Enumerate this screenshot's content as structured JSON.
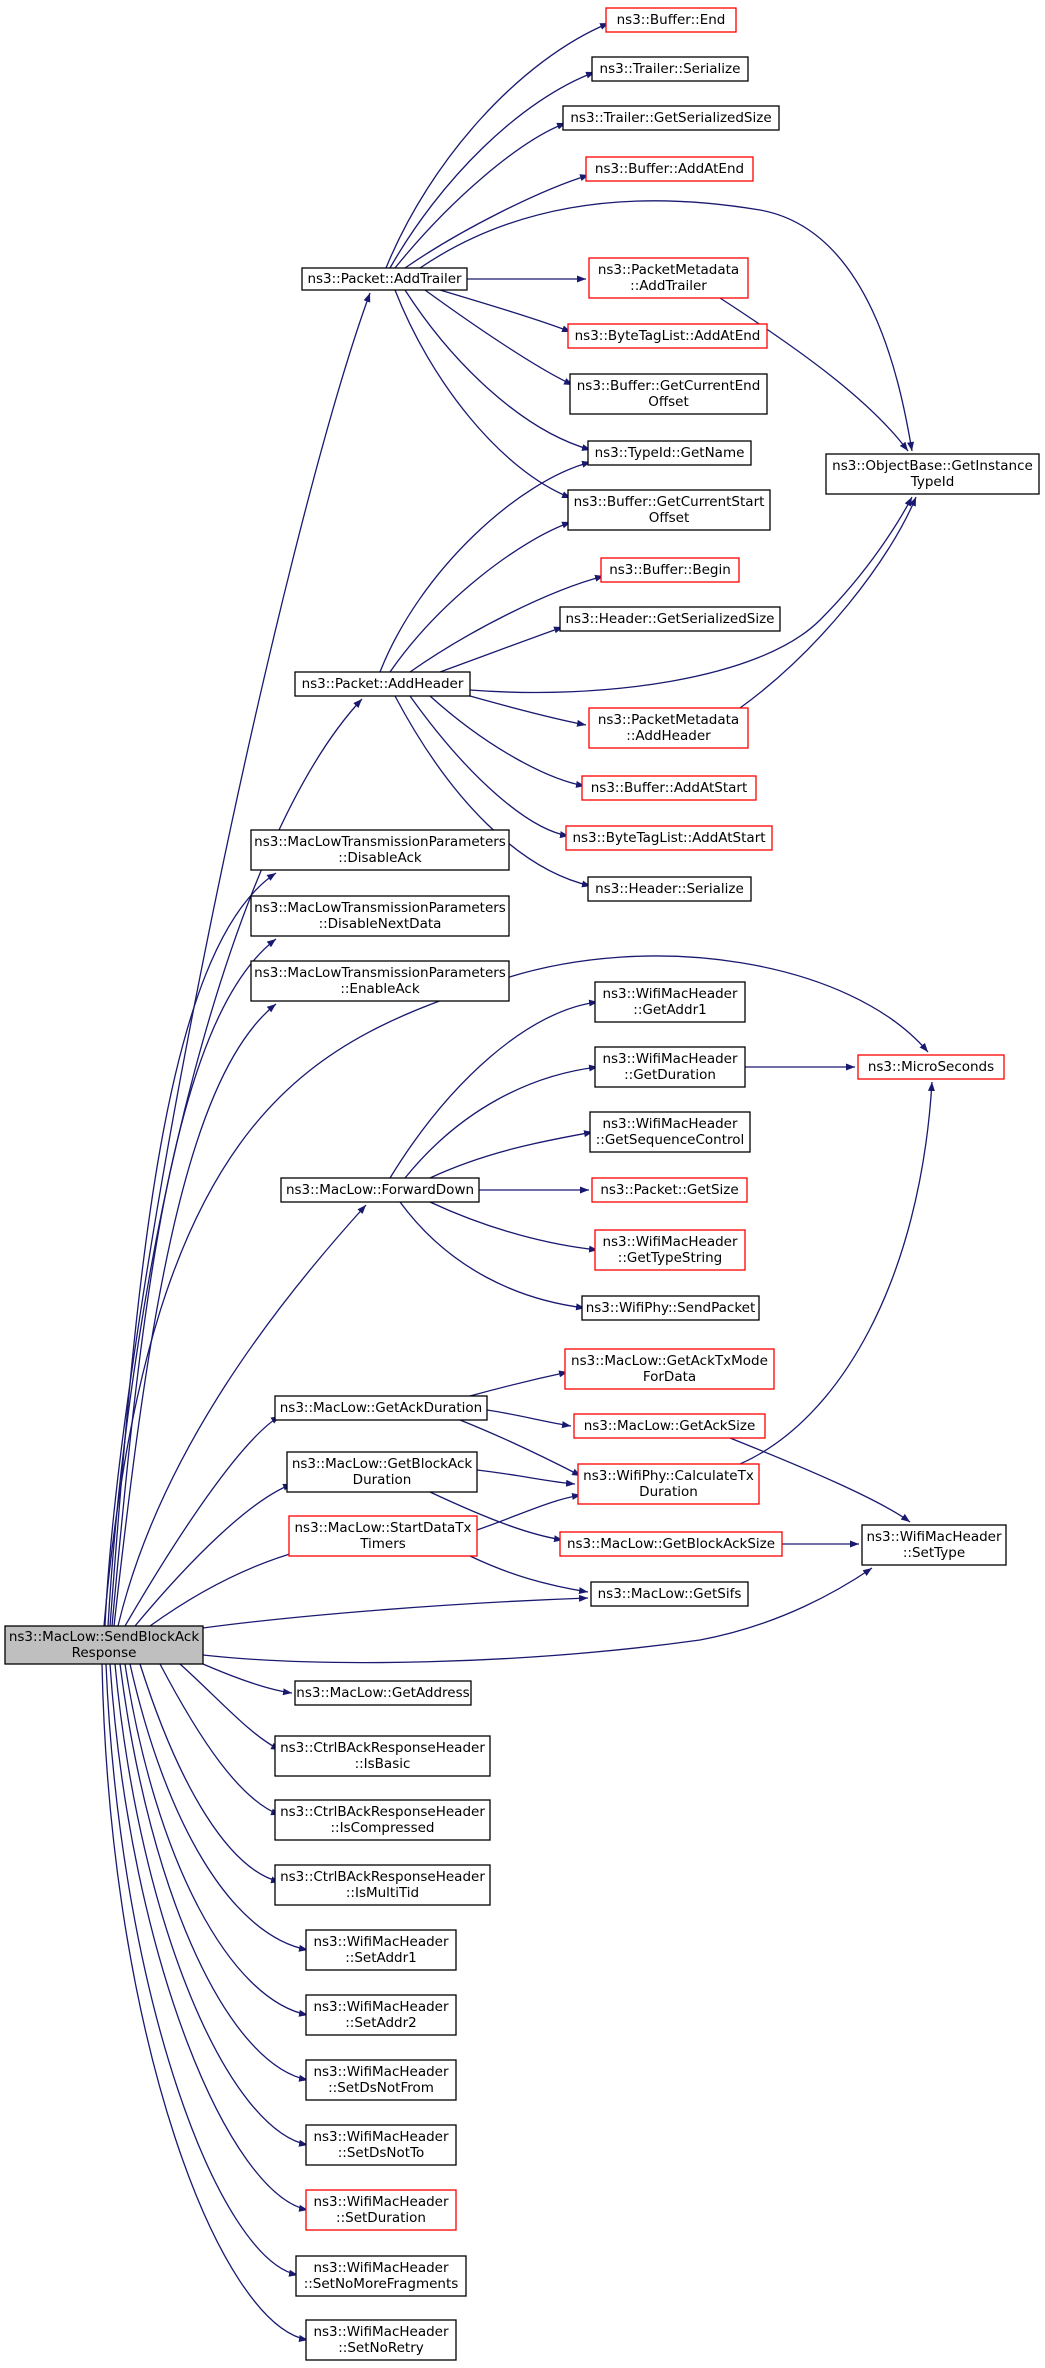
{
  "graph": {
    "colors": {
      "edge": "#191970",
      "node_border": "#000000",
      "truncated_border": "#ff0000",
      "root_fill": "#bfbfbf",
      "node_fill": "#ffffff"
    },
    "nodes": [
      {
        "id": "root",
        "lines": [
          "ns3::MacLow::SendBlockAck",
          "Response"
        ],
        "style": "root"
      },
      {
        "id": "addTrailer",
        "lines": [
          "ns3::Packet::AddTrailer"
        ],
        "style": "normal"
      },
      {
        "id": "addHeader",
        "lines": [
          "ns3::Packet::AddHeader"
        ],
        "style": "normal"
      },
      {
        "id": "disableAck",
        "lines": [
          "ns3::MacLowTransmissionParameters",
          "::DisableAck"
        ],
        "style": "normal"
      },
      {
        "id": "disableNextData",
        "lines": [
          "ns3::MacLowTransmissionParameters",
          "::DisableNextData"
        ],
        "style": "normal"
      },
      {
        "id": "enableAck",
        "lines": [
          "ns3::MacLowTransmissionParameters",
          "::EnableAck"
        ],
        "style": "normal"
      },
      {
        "id": "forwardDown",
        "lines": [
          "ns3::MacLow::ForwardDown"
        ],
        "style": "normal"
      },
      {
        "id": "getAckDuration",
        "lines": [
          "ns3::MacLow::GetAckDuration"
        ],
        "style": "normal"
      },
      {
        "id": "getBlockAckDuration",
        "lines": [
          "ns3::MacLow::GetBlockAck",
          "Duration"
        ],
        "style": "normal"
      },
      {
        "id": "startDataTxTimers",
        "lines": [
          "ns3::MacLow::StartDataTx",
          "Timers"
        ],
        "style": "truncated"
      },
      {
        "id": "getAddress",
        "lines": [
          "ns3::MacLow::GetAddress"
        ],
        "style": "normal"
      },
      {
        "id": "isBasic",
        "lines": [
          "ns3::CtrlBAckResponseHeader",
          "::IsBasic"
        ],
        "style": "normal"
      },
      {
        "id": "isCompressed",
        "lines": [
          "ns3::CtrlBAckResponseHeader",
          "::IsCompressed"
        ],
        "style": "normal"
      },
      {
        "id": "isMultiTid",
        "lines": [
          "ns3::CtrlBAckResponseHeader",
          "::IsMultiTid"
        ],
        "style": "normal"
      },
      {
        "id": "setAddr1",
        "lines": [
          "ns3::WifiMacHeader",
          "::SetAddr1"
        ],
        "style": "normal"
      },
      {
        "id": "setAddr2",
        "lines": [
          "ns3::WifiMacHeader",
          "::SetAddr2"
        ],
        "style": "normal"
      },
      {
        "id": "setDsNotFrom",
        "lines": [
          "ns3::WifiMacHeader",
          "::SetDsNotFrom"
        ],
        "style": "normal"
      },
      {
        "id": "setDsNotTo",
        "lines": [
          "ns3::WifiMacHeader",
          "::SetDsNotTo"
        ],
        "style": "normal"
      },
      {
        "id": "setDuration",
        "lines": [
          "ns3::WifiMacHeader",
          "::SetDuration"
        ],
        "style": "truncated"
      },
      {
        "id": "setNoMoreFragments",
        "lines": [
          "ns3::WifiMacHeader",
          "::SetNoMoreFragments"
        ],
        "style": "normal"
      },
      {
        "id": "setNoRetry",
        "lines": [
          "ns3::WifiMacHeader",
          "::SetNoRetry"
        ],
        "style": "normal"
      },
      {
        "id": "bufferEnd",
        "lines": [
          "ns3::Buffer::End"
        ],
        "style": "truncated"
      },
      {
        "id": "trailerSerialize",
        "lines": [
          "ns3::Trailer::Serialize"
        ],
        "style": "normal"
      },
      {
        "id": "trailerGetSerializedSize",
        "lines": [
          "ns3::Trailer::GetSerializedSize"
        ],
        "style": "normal"
      },
      {
        "id": "bufferAddAtEnd",
        "lines": [
          "ns3::Buffer::AddAtEnd"
        ],
        "style": "truncated"
      },
      {
        "id": "pmAddTrailer",
        "lines": [
          "ns3::PacketMetadata",
          "::AddTrailer"
        ],
        "style": "truncated"
      },
      {
        "id": "btlAddAtEnd",
        "lines": [
          "ns3::ByteTagList::AddAtEnd"
        ],
        "style": "truncated"
      },
      {
        "id": "getCurrentEndOffset",
        "lines": [
          "ns3::Buffer::GetCurrentEnd",
          "Offset"
        ],
        "style": "normal"
      },
      {
        "id": "typeIdGetName",
        "lines": [
          "ns3::TypeId::GetName"
        ],
        "style": "normal"
      },
      {
        "id": "getCurrentStartOffset",
        "lines": [
          "ns3::Buffer::GetCurrentStart",
          "Offset"
        ],
        "style": "normal"
      },
      {
        "id": "getInstanceTypeId",
        "lines": [
          "ns3::ObjectBase::GetInstance",
          "TypeId"
        ],
        "style": "normal"
      },
      {
        "id": "bufferBegin",
        "lines": [
          "ns3::Buffer::Begin"
        ],
        "style": "truncated"
      },
      {
        "id": "headerGetSerializedSize",
        "lines": [
          "ns3::Header::GetSerializedSize"
        ],
        "style": "normal"
      },
      {
        "id": "pmAddHeader",
        "lines": [
          "ns3::PacketMetadata",
          "::AddHeader"
        ],
        "style": "truncated"
      },
      {
        "id": "bufferAddAtStart",
        "lines": [
          "ns3::Buffer::AddAtStart"
        ],
        "style": "truncated"
      },
      {
        "id": "btlAddAtStart",
        "lines": [
          "ns3::ByteTagList::AddAtStart"
        ],
        "style": "truncated"
      },
      {
        "id": "headerSerialize",
        "lines": [
          "ns3::Header::Serialize"
        ],
        "style": "normal"
      },
      {
        "id": "getAddr1",
        "lines": [
          "ns3::WifiMacHeader",
          "::GetAddr1"
        ],
        "style": "normal"
      },
      {
        "id": "getDuration",
        "lines": [
          "ns3::WifiMacHeader",
          "::GetDuration"
        ],
        "style": "normal"
      },
      {
        "id": "getSequenceControl",
        "lines": [
          "ns3::WifiMacHeader",
          "::GetSequenceControl"
        ],
        "style": "normal"
      },
      {
        "id": "packetGetSize",
        "lines": [
          "ns3::Packet::GetSize"
        ],
        "style": "truncated"
      },
      {
        "id": "getTypeString",
        "lines": [
          "ns3::WifiMacHeader",
          "::GetTypeString"
        ],
        "style": "truncated"
      },
      {
        "id": "sendPacket",
        "lines": [
          "ns3::WifiPhy::SendPacket"
        ],
        "style": "normal"
      },
      {
        "id": "microSeconds",
        "lines": [
          "ns3::MicroSeconds"
        ],
        "style": "truncated"
      },
      {
        "id": "getAckTxModeForData",
        "lines": [
          "ns3::MacLow::GetAckTxMode",
          "ForData"
        ],
        "style": "truncated"
      },
      {
        "id": "getAckSize",
        "lines": [
          "ns3::MacLow::GetAckSize"
        ],
        "style": "truncated"
      },
      {
        "id": "calculateTxDuration",
        "lines": [
          "ns3::WifiPhy::CalculateTx",
          "Duration"
        ],
        "style": "truncated"
      },
      {
        "id": "getBlockAckSize",
        "lines": [
          "ns3::MacLow::GetBlockAckSize"
        ],
        "style": "truncated"
      },
      {
        "id": "getSifs",
        "lines": [
          "ns3::MacLow::GetSifs"
        ],
        "style": "normal"
      },
      {
        "id": "setType",
        "lines": [
          "ns3::WifiMacHeader",
          "::SetType"
        ],
        "style": "normal"
      }
    ],
    "edges": [
      [
        "root",
        "addTrailer"
      ],
      [
        "root",
        "addHeader"
      ],
      [
        "root",
        "disableAck"
      ],
      [
        "root",
        "disableNextData"
      ],
      [
        "root",
        "enableAck"
      ],
      [
        "root",
        "microSeconds"
      ],
      [
        "root",
        "forwardDown"
      ],
      [
        "root",
        "getAckDuration"
      ],
      [
        "root",
        "getBlockAckDuration"
      ],
      [
        "root",
        "startDataTxTimers"
      ],
      [
        "root",
        "getSifs"
      ],
      [
        "root",
        "setType"
      ],
      [
        "root",
        "getAddress"
      ],
      [
        "root",
        "isBasic"
      ],
      [
        "root",
        "isCompressed"
      ],
      [
        "root",
        "isMultiTid"
      ],
      [
        "root",
        "setAddr1"
      ],
      [
        "root",
        "setAddr2"
      ],
      [
        "root",
        "setDsNotFrom"
      ],
      [
        "root",
        "setDsNotTo"
      ],
      [
        "root",
        "setDuration"
      ],
      [
        "root",
        "setNoMoreFragments"
      ],
      [
        "root",
        "setNoRetry"
      ],
      [
        "addTrailer",
        "bufferEnd"
      ],
      [
        "addTrailer",
        "trailerSerialize"
      ],
      [
        "addTrailer",
        "trailerGetSerializedSize"
      ],
      [
        "addTrailer",
        "bufferAddAtEnd"
      ],
      [
        "addTrailer",
        "getInstanceTypeId"
      ],
      [
        "addTrailer",
        "pmAddTrailer"
      ],
      [
        "addTrailer",
        "btlAddAtEnd"
      ],
      [
        "addTrailer",
        "getCurrentEndOffset"
      ],
      [
        "addTrailer",
        "typeIdGetName"
      ],
      [
        "addTrailer",
        "getCurrentStartOffset"
      ],
      [
        "pmAddTrailer",
        "getInstanceTypeId"
      ],
      [
        "addHeader",
        "typeIdGetName"
      ],
      [
        "addHeader",
        "getCurrentStartOffset"
      ],
      [
        "addHeader",
        "bufferBegin"
      ],
      [
        "addHeader",
        "headerGetSerializedSize"
      ],
      [
        "addHeader",
        "getInstanceTypeId"
      ],
      [
        "addHeader",
        "pmAddHeader"
      ],
      [
        "addHeader",
        "bufferAddAtStart"
      ],
      [
        "addHeader",
        "btlAddAtStart"
      ],
      [
        "addHeader",
        "headerSerialize"
      ],
      [
        "pmAddHeader",
        "getInstanceTypeId"
      ],
      [
        "forwardDown",
        "getAddr1"
      ],
      [
        "forwardDown",
        "getDuration"
      ],
      [
        "forwardDown",
        "getSequenceControl"
      ],
      [
        "forwardDown",
        "packetGetSize"
      ],
      [
        "forwardDown",
        "getTypeString"
      ],
      [
        "forwardDown",
        "sendPacket"
      ],
      [
        "getDuration",
        "microSeconds"
      ],
      [
        "getAckDuration",
        "getAckTxModeForData"
      ],
      [
        "getAckDuration",
        "getAckSize"
      ],
      [
        "getAckDuration",
        "calculateTxDuration"
      ],
      [
        "getAckSize",
        "setType"
      ],
      [
        "getBlockAckDuration",
        "calculateTxDuration"
      ],
      [
        "getBlockAckDuration",
        "getBlockAckSize"
      ],
      [
        "startDataTxTimers",
        "calculateTxDuration"
      ],
      [
        "startDataTxTimers",
        "getSifs"
      ],
      [
        "calculateTxDuration",
        "microSeconds"
      ],
      [
        "getBlockAckSize",
        "setType"
      ]
    ]
  }
}
